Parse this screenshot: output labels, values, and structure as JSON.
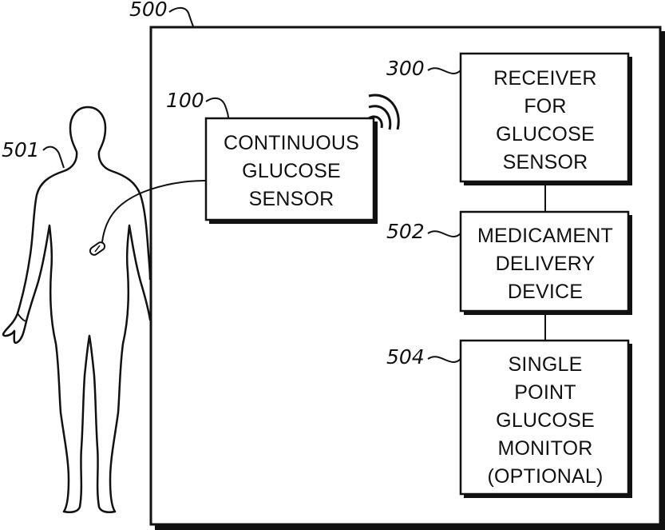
{
  "diagram": {
    "system_ref": "500",
    "person_ref": "501",
    "sensor": {
      "ref": "100",
      "lines": [
        "CONTINUOUS",
        "GLUCOSE",
        "SENSOR"
      ]
    },
    "receiver": {
      "ref": "300",
      "lines": [
        "RECEIVER",
        "FOR",
        "GLUCOSE",
        "SENSOR"
      ]
    },
    "delivery": {
      "ref": "502",
      "lines": [
        "MEDICAMENT",
        "DELIVERY",
        "DEVICE"
      ]
    },
    "monitor": {
      "ref": "504",
      "lines": [
        "SINGLE",
        "POINT",
        "GLUCOSE",
        "MONITOR",
        "(OPTIONAL)"
      ]
    }
  }
}
